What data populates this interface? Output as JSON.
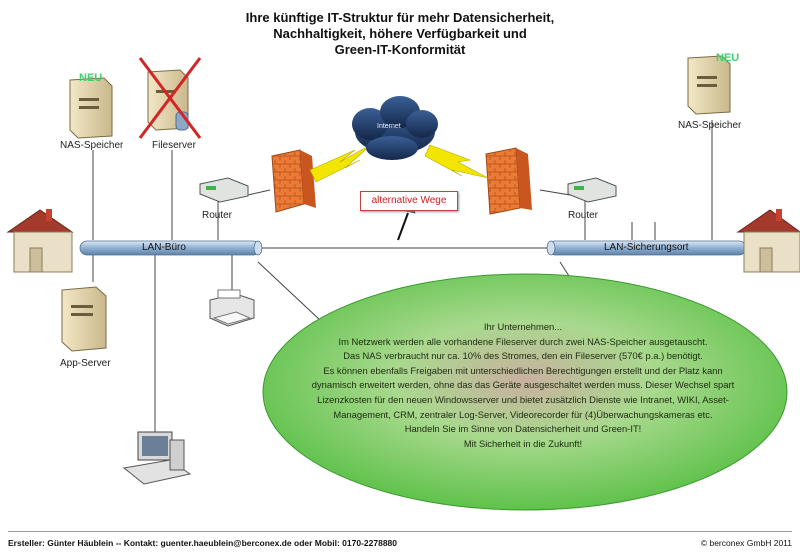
{
  "title": {
    "line1": "Ihre künftige IT-Struktur für mehr Datensicherheit,",
    "line2": "Nachhaltigkeit, höhere Verfügbarkeit und",
    "line3": "Green-IT-Konformität"
  },
  "nodes": {
    "nas_left": "NAS-Speicher",
    "fileserver": "Fileserver",
    "nas_right": "NAS-Speicher",
    "router_left": "Router",
    "router_right": "Router",
    "app_server": "App-Server",
    "internet": "Internet",
    "neu_left": "NEU",
    "neu_right": "NEU"
  },
  "lan": {
    "buero": "LAN-Büro",
    "sicherungsort": "LAN-Sicherungsort"
  },
  "alternative": "alternative Wege",
  "bubble": [
    "Ihr Unternehmen...",
    "Im Netzwerk werden alle vorhandene Fileserver durch zwei NAS-Speicher ausgetauscht.",
    "Das NAS verbraucht nur ca. 10% des Stromes, den ein Fileserver (570€ p.a.) benötigt.",
    "Es können ebenfalls Freigaben mit unterschiedlichen Berechtigungen erstellt und der Platz kann",
    "dynamisch erweitert werden, ohne das das Geräte ausgeschaltet werden muss. Dieser Wechsel spart",
    "Lizenzkosten für den neuen Windowsserver und bietet zusätzlich Dienste wie Intranet, WIKI, Asset-",
    "Management, CRM, zentraler Log-Server, Videorecorder für (4)Überwachungskameras etc.",
    "Handeln Sie im Sinne von Datensicherheit und Green-IT!",
    "Mit Sicherheit in die Zukunft!"
  ],
  "footer": {
    "left": "Ersteller: Günter Häublein  -- Kontakt: guenter.haeublein@berconex.de oder Mobil: 0170-2278880",
    "right": "© berconex GmbH 2011"
  },
  "colors": {
    "bubble_green": "#7fd26a",
    "firewall": "#e8722c",
    "cloud": "#1f3a63",
    "lightning": "#f2e600",
    "lan_bar": "#9ab8d8"
  }
}
